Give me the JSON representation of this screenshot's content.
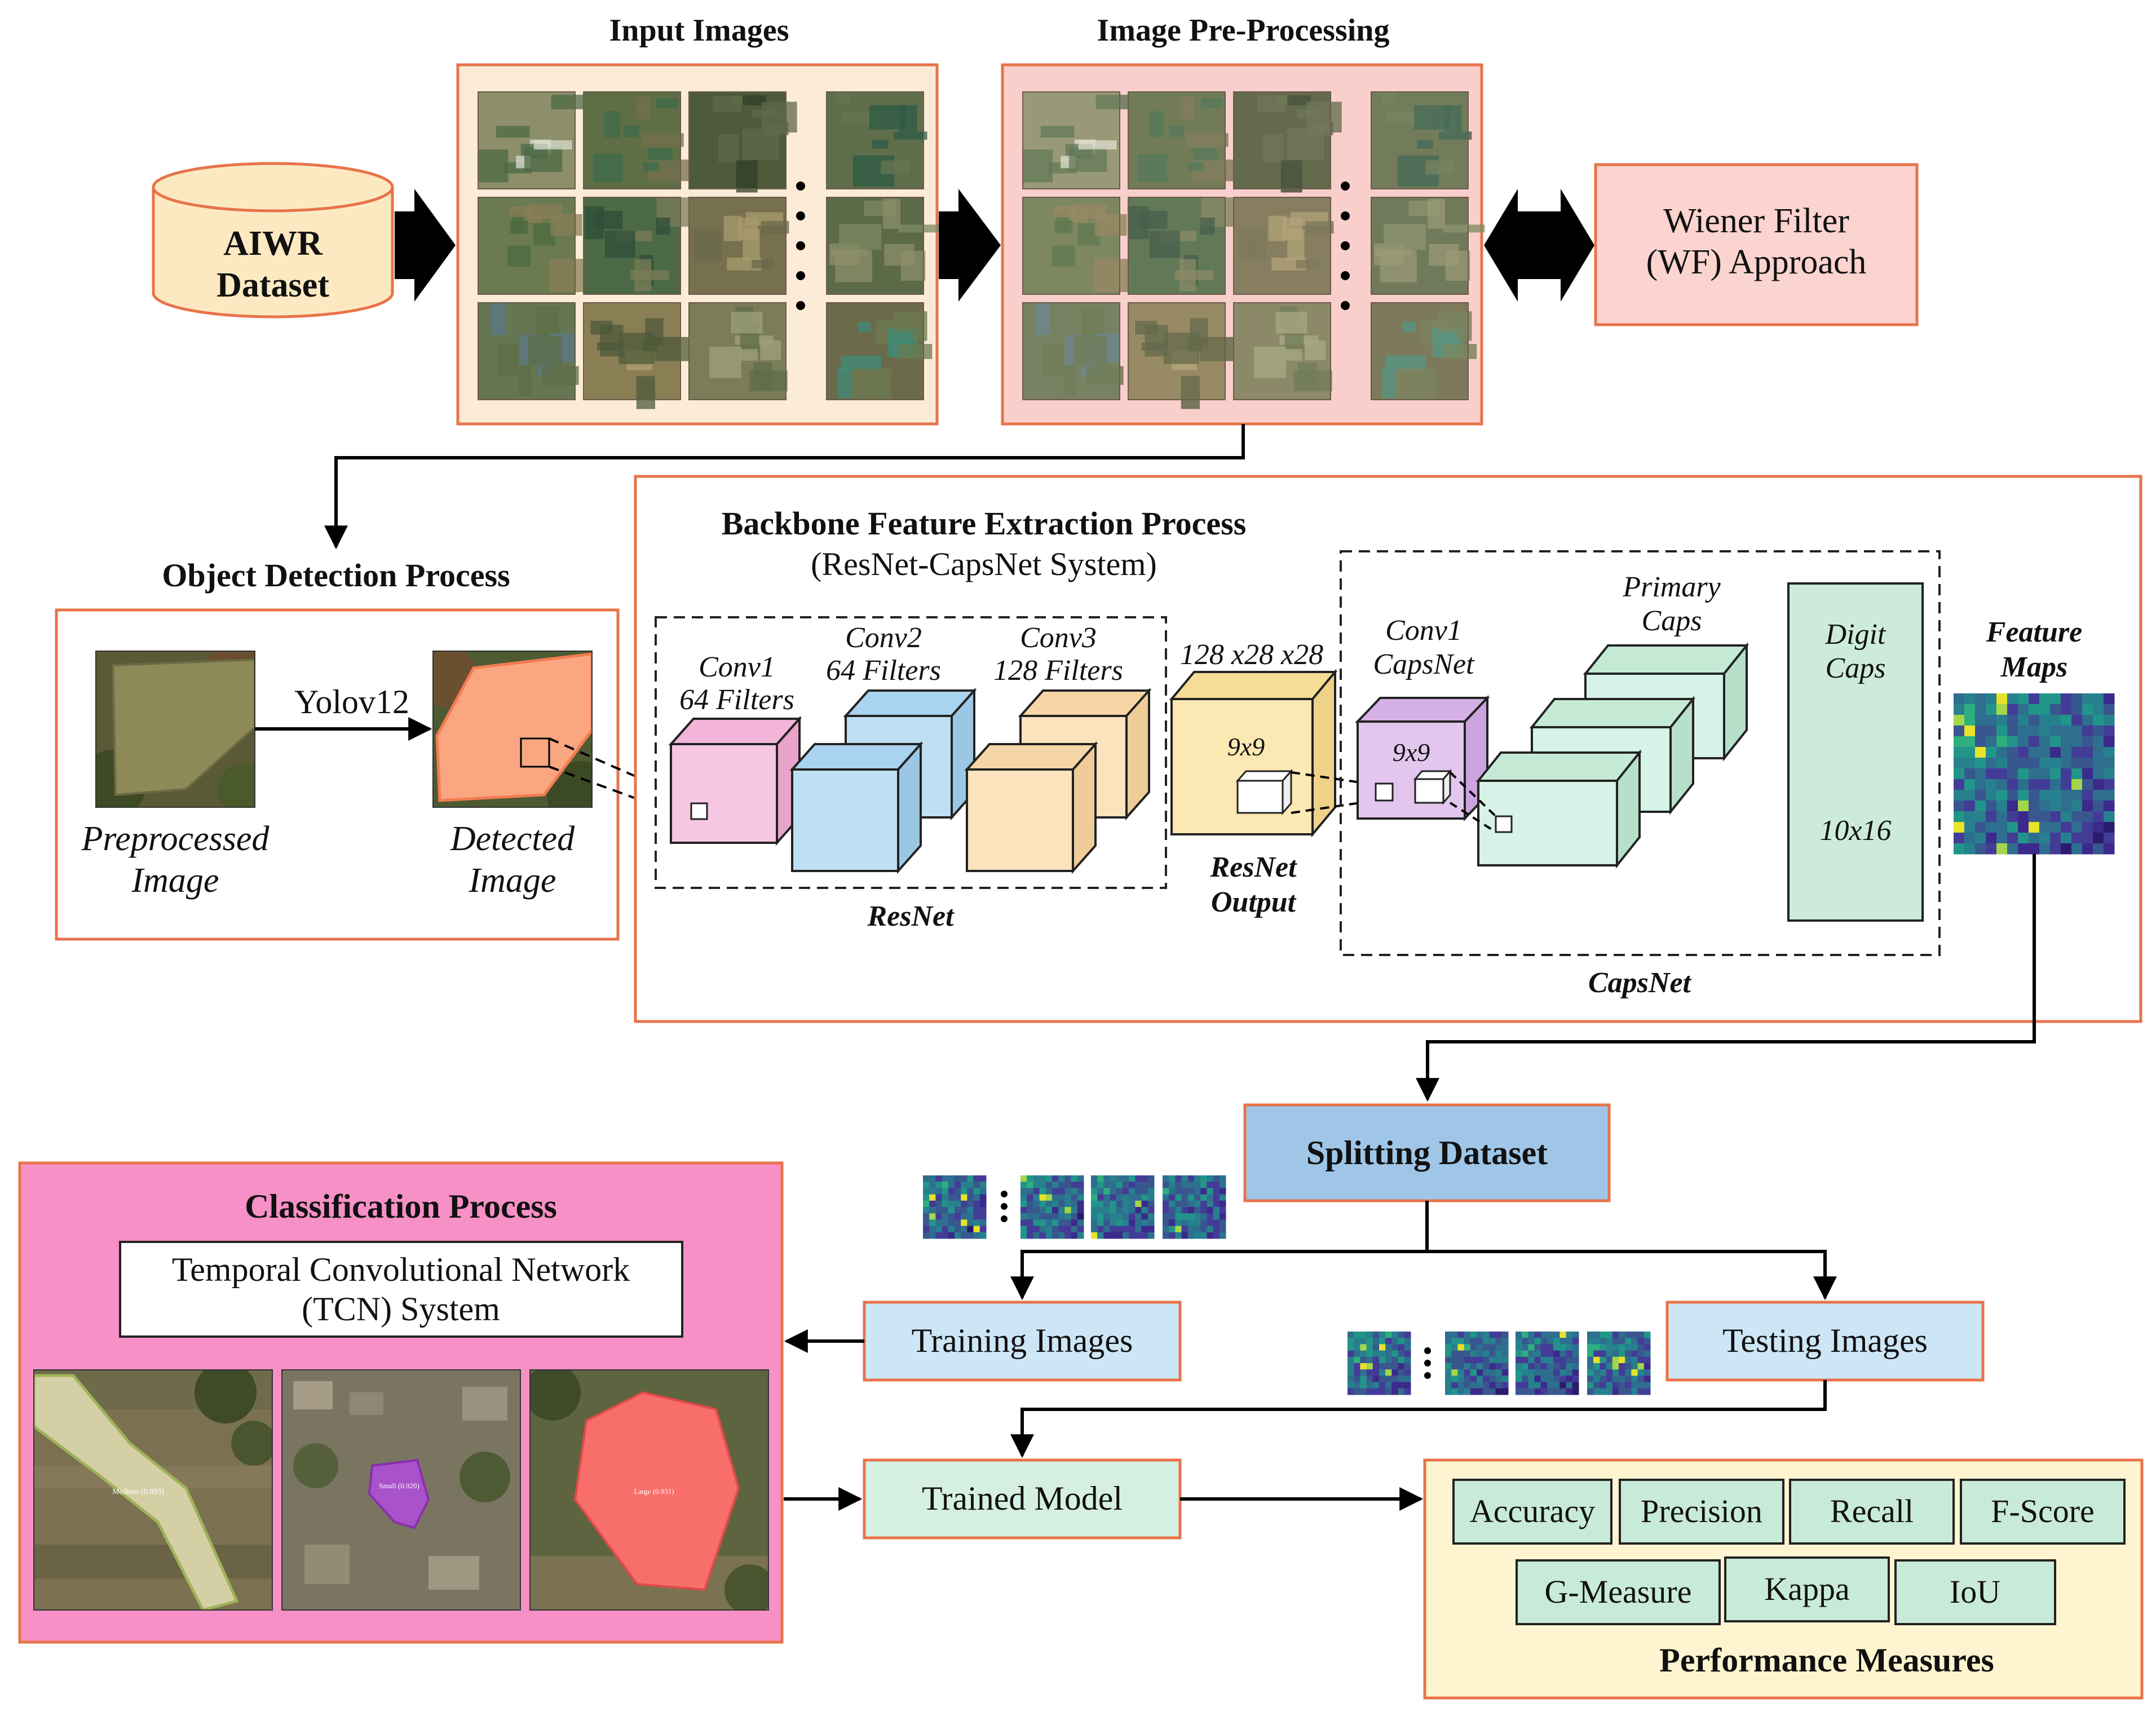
{
  "top": {
    "dataset_label_line1": "AIWR",
    "dataset_label_line2": "Dataset",
    "input_images_title": "Input Images",
    "preprocessing_title": "Image Pre-Processing",
    "wiener_line1": "Wiener Filter",
    "wiener_line2": "(WF) Approach"
  },
  "detection": {
    "title": "Object Detection Process",
    "model_label": "Yolov12",
    "preprocessed_line1": "Preprocessed",
    "preprocessed_line2": "Image",
    "detected_line1": "Detected",
    "detected_line2": "Image"
  },
  "backbone": {
    "title": "Backbone Feature Extraction Process",
    "subtitle": "(ResNet-CapsNet System)",
    "conv1_line1": "Conv1",
    "conv1_line2": "64 Filters",
    "conv2_line1": "Conv2",
    "conv2_line2": "64 Filters",
    "conv3_line1": "Conv3",
    "conv3_line2": "128 Filters",
    "resnet_label": "ResNet",
    "output_dims": "128 x28 x28",
    "kernel_label": "9x9",
    "resnet_output_line1": "ResNet",
    "resnet_output_line2": "Output",
    "caps_conv_line1": "Conv1",
    "caps_conv_line2": "CapsNet",
    "caps_kernel_label": "9x9",
    "primary_caps_line1": "Primary",
    "primary_caps_line2": "Caps",
    "digit_caps_line1": "Digit",
    "digit_caps_line2": "Caps",
    "digit_caps_dims": "10x16",
    "capsnet_label": "CapsNet",
    "feature_maps_line1": "Feature",
    "feature_maps_line2": "Maps"
  },
  "splitting": {
    "label": "Splitting Dataset",
    "training_label": "Training Images",
    "testing_label": "Testing Images",
    "trained_model_label": "Trained Model"
  },
  "classification": {
    "title": "Classification Process",
    "tcn_line1": "Temporal Convolutional Network",
    "tcn_line2": "(TCN) System",
    "result_labels": [
      "Medium (0.893)",
      "Small (0.920)",
      "Large (0.931)"
    ]
  },
  "performance": {
    "title": "Performance Measures",
    "metrics": [
      "Accuracy",
      "Precision",
      "Recall",
      "F-Score",
      "G-Measure",
      "Kappa",
      "IoU"
    ]
  },
  "colors": {
    "dataset_fill": "#FCE9C2",
    "input_panel": "#FCEBD6",
    "preproc_panel": "#F9CFCB",
    "wiener_fill": "#FBD3CF",
    "panel_border": "#E8734A",
    "conv1_pink": "#F6C7E3",
    "conv2_blue": "#BFDFF3",
    "conv3_peach": "#FBE3BD",
    "output_yellow": "#FBE8B3",
    "caps_violet": "#E2C6EE",
    "caps_mint": "#D7F2E6",
    "digit_caps_green": "#CDEBDC",
    "splitting_blue": "#9FC6E7",
    "train_test_blue": "#CCE6F5",
    "trained_model_green": "#D5F0E2",
    "classification_magenta": "#F690C6",
    "metric_green": "#C8EAD8",
    "performance_panel": "#FEF5D0"
  }
}
